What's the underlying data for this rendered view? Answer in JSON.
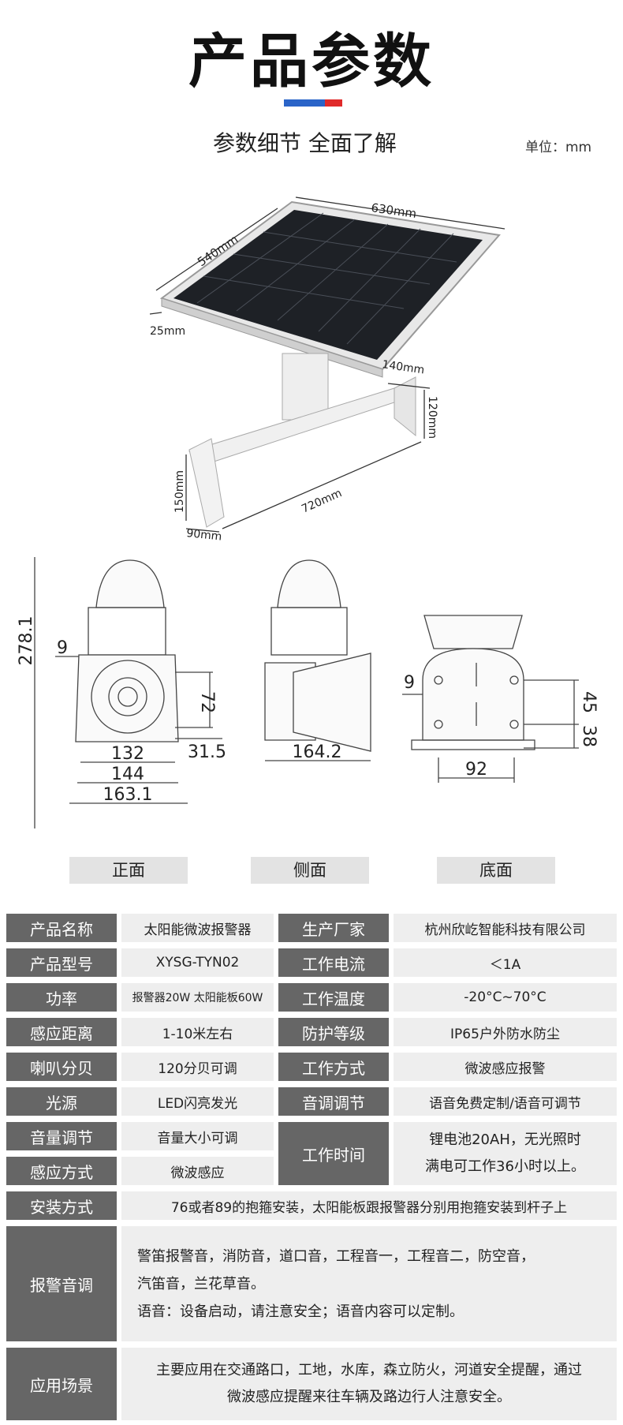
{
  "header": {
    "title": "产品参数",
    "subtitle": "参数细节 全面了解",
    "unit_label": "单位：mm",
    "accent_colors": [
      "#2a64c8",
      "#e02a2a"
    ]
  },
  "diagram_top": {
    "dims": [
      "630mm",
      "540mm",
      "25mm",
      "140mm",
      "120mm",
      "150mm",
      "720mm",
      "90mm"
    ]
  },
  "diagram_views": {
    "front_dims": [
      "278.1",
      "9",
      "72",
      "132",
      "31.5",
      "144",
      "163.1"
    ],
    "side_dims": [
      "164.2"
    ],
    "bottom_dims": [
      "9",
      "45",
      "38",
      "92"
    ],
    "view_labels": [
      "正面",
      "侧面",
      "底面"
    ]
  },
  "specs": {
    "rows": [
      {
        "l1": "产品名称",
        "v1": "太阳能微波报警器",
        "l2": "生产厂家",
        "v2": "杭州欣屹智能科技有限公司"
      },
      {
        "l1": "产品型号",
        "v1": "XYSG-TYN02",
        "l2": "工作电流",
        "v2": "＜1A"
      },
      {
        "l1": "功率",
        "v1": "报警器20W 太阳能板60W",
        "l2": "工作温度",
        "v2": "-20°C~70°C"
      },
      {
        "l1": "感应距离",
        "v1": "1-10米左右",
        "l2": "防护等级",
        "v2": "IP65户外防水防尘"
      },
      {
        "l1": "喇叭分贝",
        "v1": "120分贝可调",
        "l2": "工作方式",
        "v2": "微波感应报警"
      },
      {
        "l1": "光源",
        "v1": "LED闪亮发光",
        "l2": "音调调节",
        "v2": "语音免费定制/语音可调节"
      },
      {
        "l1": "音量调节",
        "v1": "音量大小可调"
      },
      {
        "l1": "感应方式",
        "v1": "微波感应"
      }
    ],
    "work_time": {
      "label": "工作时间",
      "line1": "锂电池20AH，无光照时",
      "line2": "满电可工作36小时以上。"
    },
    "install": {
      "label": "安装方式",
      "value": "76或者89的抱箍安装，太阳能板跟报警器分别用抱箍安装到杆子上"
    },
    "alarm_tone": {
      "label": "报警音调",
      "line1": "警笛报警音，消防音，道口音，工程音一，工程音二，防空音，",
      "line2": "汽笛音，兰花草音。",
      "line3": "语音：设备启动，请注意安全；语音内容可以定制。"
    },
    "scene": {
      "label": "应用场景",
      "line1": "主要应用在交通路口，工地，水库，森立防火，河道安全提醒，通过",
      "line2": "微波感应提醒来往车辆及路边行人注意安全。"
    }
  }
}
